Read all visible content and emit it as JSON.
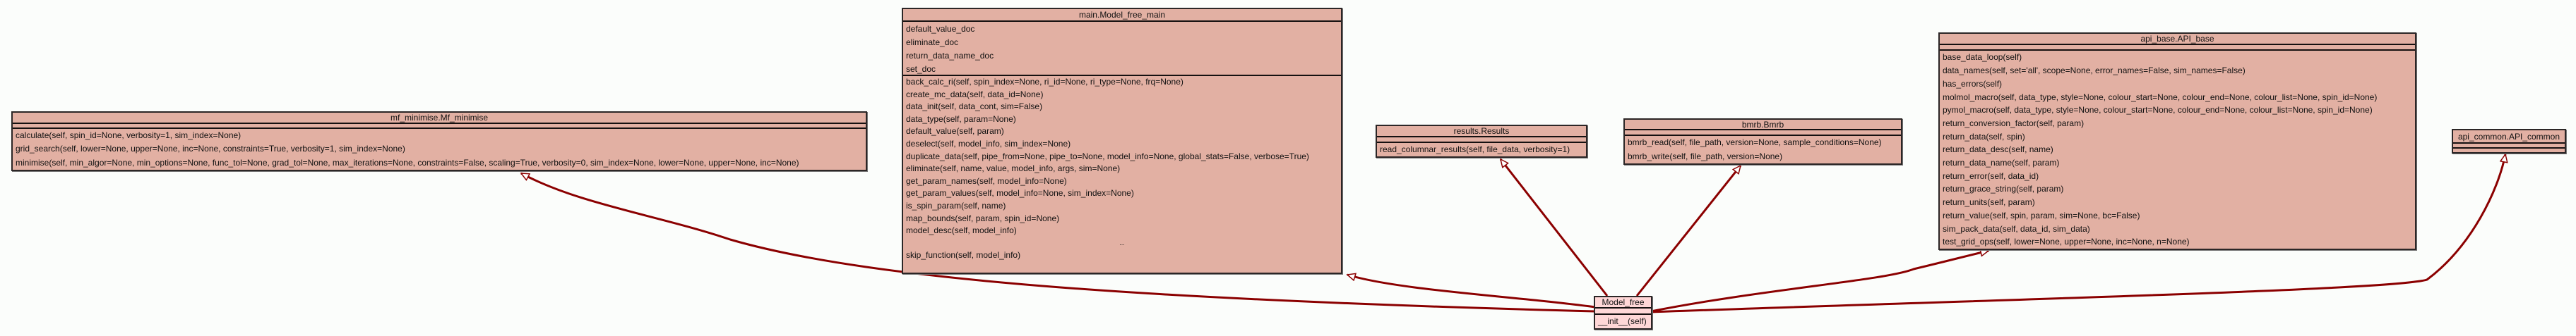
{
  "classes": {
    "mf": {
      "name": "mf_minimise.Mf_minimise",
      "attributes": [],
      "methods": [
        "calculate(self, spin_id=None, verbosity=1, sim_index=None)",
        "grid_search(self, lower=None, upper=None, inc=None, constraints=True, verbosity=1, sim_index=None)",
        "minimise(self, min_algor=None, min_options=None, func_tol=None, grad_tol=None, max_iterations=None, constraints=False, scaling=True, verbosity=0, sim_index=None, lower=None, upper=None, inc=None)"
      ]
    },
    "main": {
      "name": "main.Model_free_main",
      "attributes": [
        "default_value_doc",
        "eliminate_doc",
        "return_data_name_doc",
        "set_doc"
      ],
      "methods": [
        "back_calc_ri(self, spin_index=None, ri_id=None, ri_type=None, frq=None)",
        "create_mc_data(self, data_id=None)",
        "data_init(self, data_cont, sim=False)",
        "data_type(self, param=None)",
        "default_value(self, param)",
        "deselect(self, model_info, sim_index=None)",
        "duplicate_data(self, pipe_from=None, pipe_to=None, model_info=None, global_stats=False, verbose=True)",
        "eliminate(self, name, value, model_info, args, sim=None)",
        "get_param_names(self, model_info=None)",
        "get_param_values(self, model_info=None, sim_index=None)",
        "is_spin_param(self, name)",
        "map_bounds(self, param, spin_id=None)",
        "model_desc(self, model_info)",
        "...",
        "skip_function(self, model_info)"
      ]
    },
    "results": {
      "name": "results.Results",
      "attributes": [],
      "methods": [
        "read_columnar_results(self, file_data, verbosity=1)"
      ]
    },
    "bmrb": {
      "name": "bmrb.Bmrb",
      "attributes": [],
      "methods": [
        "bmrb_read(self, file_path, version=None, sample_conditions=None)",
        "bmrb_write(self, file_path, version=None)"
      ]
    },
    "apibase": {
      "name": "api_base.API_base",
      "attributes": [],
      "methods": [
        "base_data_loop(self)",
        "data_names(self, set='all', scope=None, error_names=False, sim_names=False)",
        "has_errors(self)",
        "molmol_macro(self, data_type, style=None, colour_start=None, colour_end=None, colour_list=None, spin_id=None)",
        "pymol_macro(self, data_type, style=None, colour_start=None, colour_end=None, colour_list=None, spin_id=None)",
        "return_conversion_factor(self, param)",
        "return_data(self, spin)",
        "return_data_desc(self, name)",
        "return_data_name(self, param)",
        "return_error(self, data_id)",
        "return_grace_string(self, param)",
        "return_units(self, param)",
        "return_value(self, spin, param, sim=None, bc=False)",
        "sim_pack_data(self, data_id, sim_data)",
        "test_grid_ops(self, lower=None, upper=None, inc=None, n=None)"
      ]
    },
    "apicommon": {
      "name": "api_common.API_common",
      "attributes": [],
      "methods": []
    },
    "modelfree": {
      "name": "Model_free",
      "attributes": [],
      "methods": [
        "__init__(self)"
      ]
    }
  },
  "colors": {
    "edge": "#8b0000",
    "class_fill": "#e2b0a3",
    "focus_fill": "#ffd7d7"
  }
}
